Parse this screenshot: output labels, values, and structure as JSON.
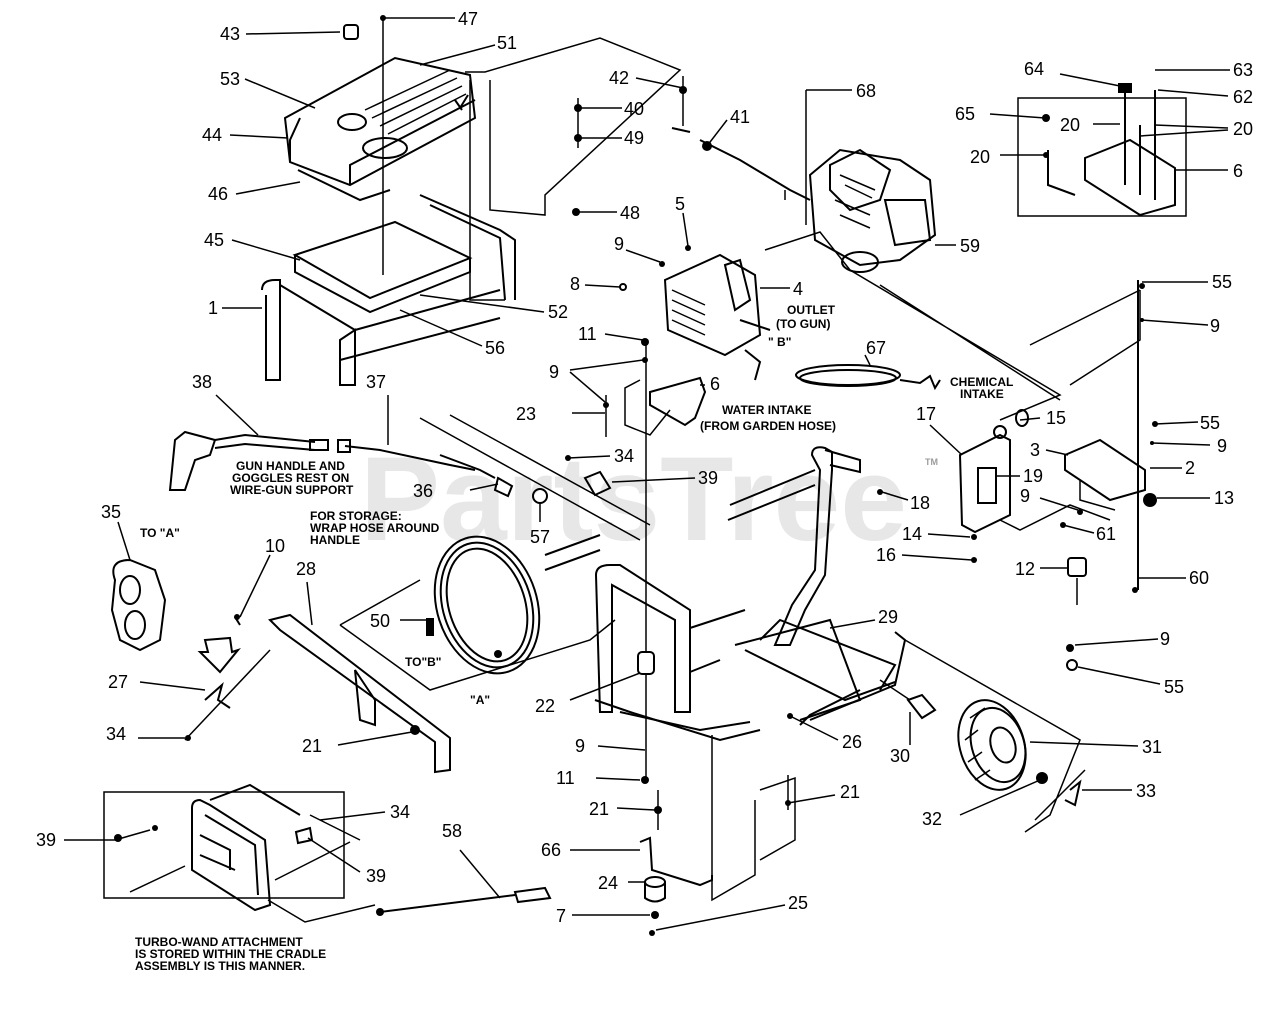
{
  "watermark": "PartsTree",
  "trademark": "TM",
  "notes": {
    "outlet": [
      "OUTLET",
      "(TO GUN)"
    ],
    "chemical": [
      "CHEMICAL",
      "INTAKE"
    ],
    "water": [
      "WATER INTAKE",
      "(FROM GARDEN HOSE)"
    ],
    "gun_rest": [
      "GUN HANDLE AND",
      "GOGGLES  REST ON",
      "WIRE-GUN SUPPORT"
    ],
    "storage": [
      "FOR STORAGE:",
      "WRAP HOSE AROUND",
      "HANDLE"
    ],
    "to_a": "TO \"A\"",
    "to_b": "TO\"B\"",
    "a": "\"A\"",
    "b": "\" B\"",
    "turbo": [
      "TURBO-WAND ATTACHMENT",
      "IS STORED WITHIN THE CRADLE",
      "ASSEMBLY IS THIS MANNER."
    ]
  },
  "callouts": [
    "43",
    "47",
    "51",
    "53",
    "44",
    "46",
    "45",
    "1",
    "52",
    "56",
    "42",
    "40",
    "49",
    "48",
    "41",
    "68",
    "64",
    "63",
    "62",
    "65",
    "20",
    "20",
    "20",
    "6",
    "5",
    "9",
    "8",
    "4",
    "59",
    "11",
    "9",
    "6",
    "23",
    "67",
    "55",
    "9",
    "38",
    "37",
    "34",
    "39",
    "36",
    "57",
    "17",
    "15",
    "55",
    "9",
    "3",
    "2",
    "13",
    "35",
    "10",
    "50",
    "28",
    "27",
    "34",
    "21",
    "29",
    "22",
    "9",
    "11",
    "21",
    "26",
    "30",
    "31",
    "32",
    "33",
    "21",
    "66",
    "24",
    "7",
    "25",
    "58",
    "34",
    "39",
    "39",
    "18",
    "14",
    "16",
    "19",
    "9",
    "61",
    "12",
    "60",
    "9",
    "55"
  ]
}
